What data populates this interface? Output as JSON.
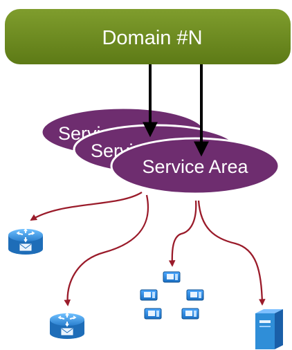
{
  "domain_box": {
    "label": "Domain #N",
    "color": "#6b8a1f"
  },
  "service_areas": [
    {
      "label": "Service Area"
    },
    {
      "label": "Service Area"
    },
    {
      "label": "Service Area"
    }
  ],
  "colors": {
    "ellipse_fill": "#6e2d6f",
    "ellipse_stroke": "#ffffff",
    "arrow_dark": "#000000",
    "arrow_red": "#9a1b2a",
    "device_blue": "#2f8ed8"
  },
  "icons": {
    "router": "router-icon",
    "phone": "ip-phone-icon",
    "server": "server-icon"
  }
}
